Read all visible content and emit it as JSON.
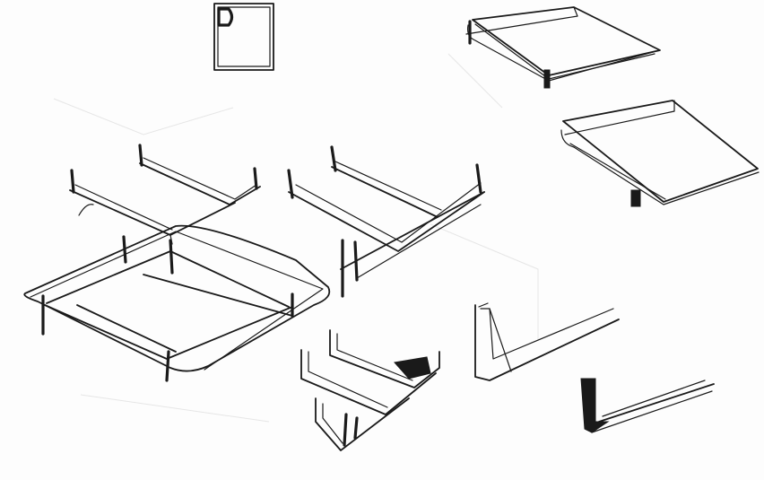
{
  "sketch": {
    "ink_color": "#1a1a1a",
    "paper_color": "#fdfdfd",
    "objects": [
      "framed-box-sketch",
      "tabletop-on-post-top",
      "tabletop-on-post-middle",
      "table-frame-with-legs",
      "table-frame-exploded-left",
      "table-frame-exploded-center",
      "bracket-assembly-small",
      "cantilever-bracket",
      "l-bracket-solid"
    ]
  }
}
